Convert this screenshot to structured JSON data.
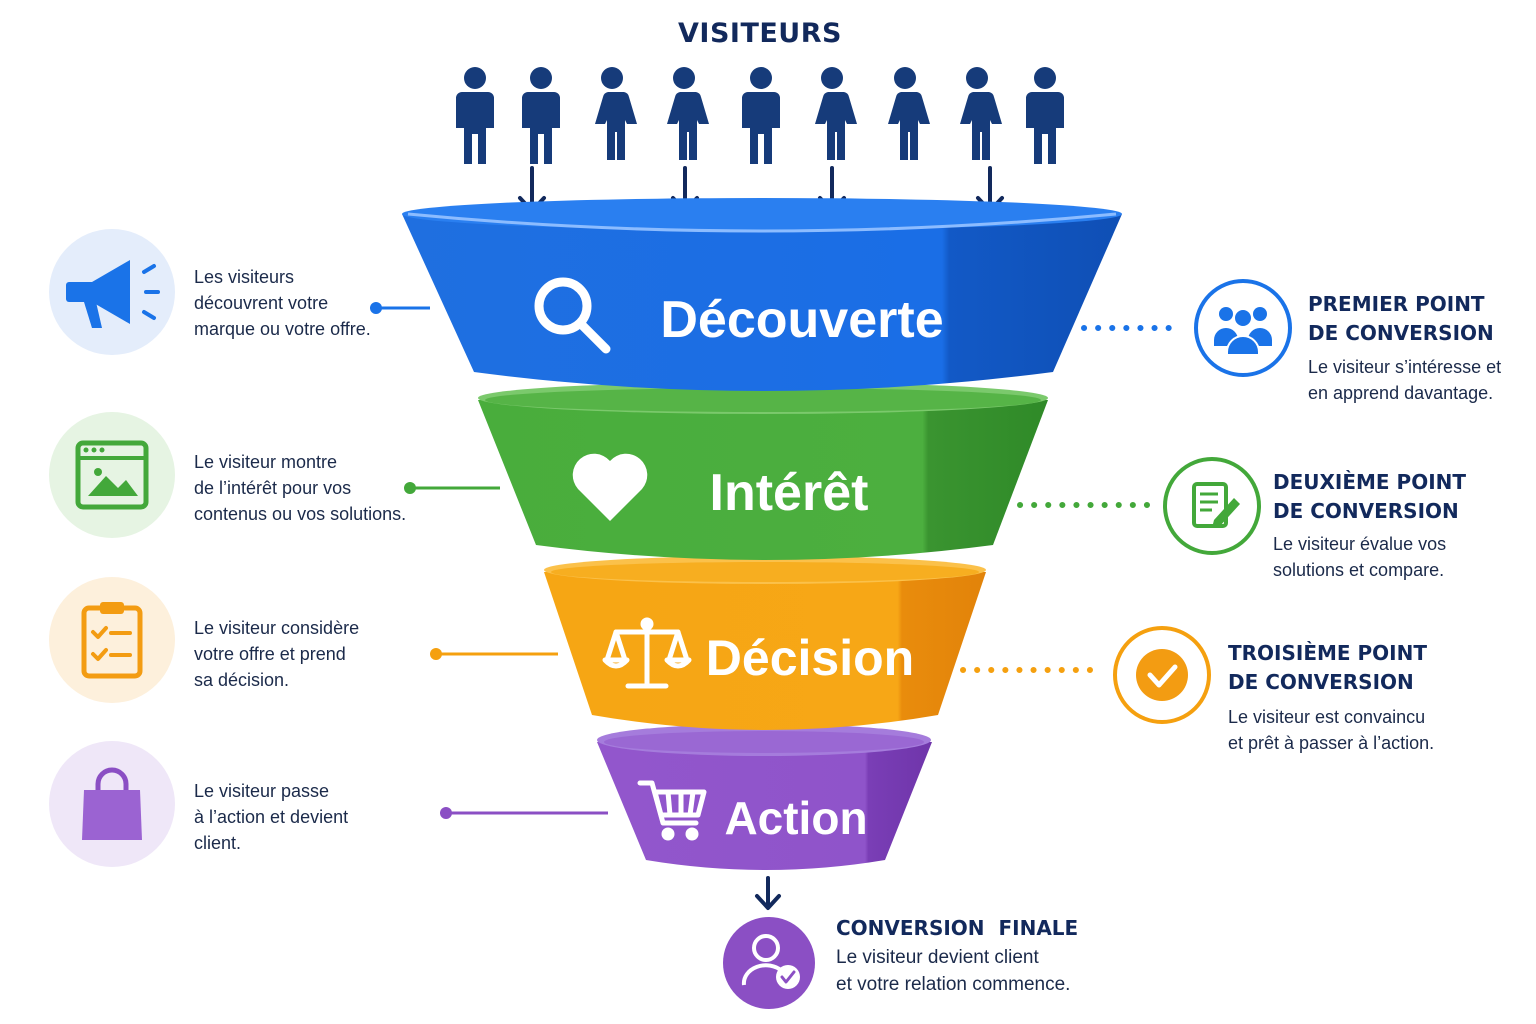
{
  "header": {
    "title": "VISITEURS"
  },
  "stages": [
    {
      "name": "Découverte",
      "icon": "search-icon",
      "side_icon": "megaphone-icon",
      "description": "Les visiteurs\ndécouvrent votre\nmarque ou votre offre.",
      "color": "#1a73e8"
    },
    {
      "name": "Intérêt",
      "icon": "heart-icon",
      "side_icon": "browser-image-icon",
      "description": "Le visiteur montre\nde l’intérêt pour vos\ncontenus ou vos solutions.",
      "color": "#43a83a"
    },
    {
      "name": "Décision",
      "icon": "scale-icon",
      "side_icon": "clipboard-checklist-icon",
      "description": "Le visiteur considère\nvotre offre et prend\nsa décision.",
      "color": "#f5a00f"
    },
    {
      "name": "Action",
      "icon": "cart-icon",
      "side_icon": "shopping-bag-icon",
      "description": "Le visiteur passe\nà l’action et devient\nclient.",
      "color": "#8b4fc4"
    }
  ],
  "conversion_points": [
    {
      "title": "PREMIER POINT\nDE CONVERSION",
      "description": "Le visiteur s’intéresse et\nen apprend davantage.",
      "icon": "group-icon",
      "color": "#1a73e8"
    },
    {
      "title": "DEUXIÈME POINT\nDE CONVERSION",
      "description": "Le visiteur évalue vos\nsolutions et compare.",
      "icon": "document-edit-icon",
      "color": "#43a83a"
    },
    {
      "title": "TROISIÈME POINT\nDE CONVERSION",
      "description": "Le visiteur est convaincu\net prêt à passer à l’action.",
      "icon": "check-circle-icon",
      "color": "#f5a00f"
    }
  ],
  "final": {
    "title": "CONVERSION  FINALE",
    "description": "Le visiteur devient client\net votre relation commence.",
    "icon": "user-check-icon",
    "color": "#8b4fc4"
  },
  "visitor_icon": "person-icon",
  "colors": {
    "navy": "#12295c"
  }
}
